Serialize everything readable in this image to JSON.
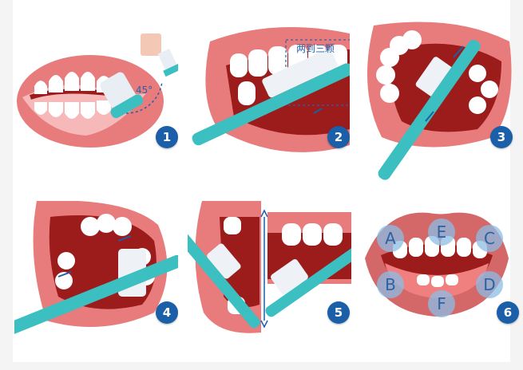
{
  "panels": [
    {
      "step": "1",
      "angle_label": "45°"
    },
    {
      "step": "2",
      "caption": "两到三颗"
    },
    {
      "step": "3"
    },
    {
      "step": "4"
    },
    {
      "step": "5"
    },
    {
      "step": "6",
      "zones": [
        "A",
        "B",
        "C",
        "D",
        "E",
        "F"
      ]
    }
  ],
  "colors": {
    "gum": "#e87b7b",
    "lip": "#d46767",
    "mouth": "#9c1b1b",
    "tooth": "#ffffff",
    "brush": "#3bbfc0",
    "badge": "#1a5fa8"
  }
}
